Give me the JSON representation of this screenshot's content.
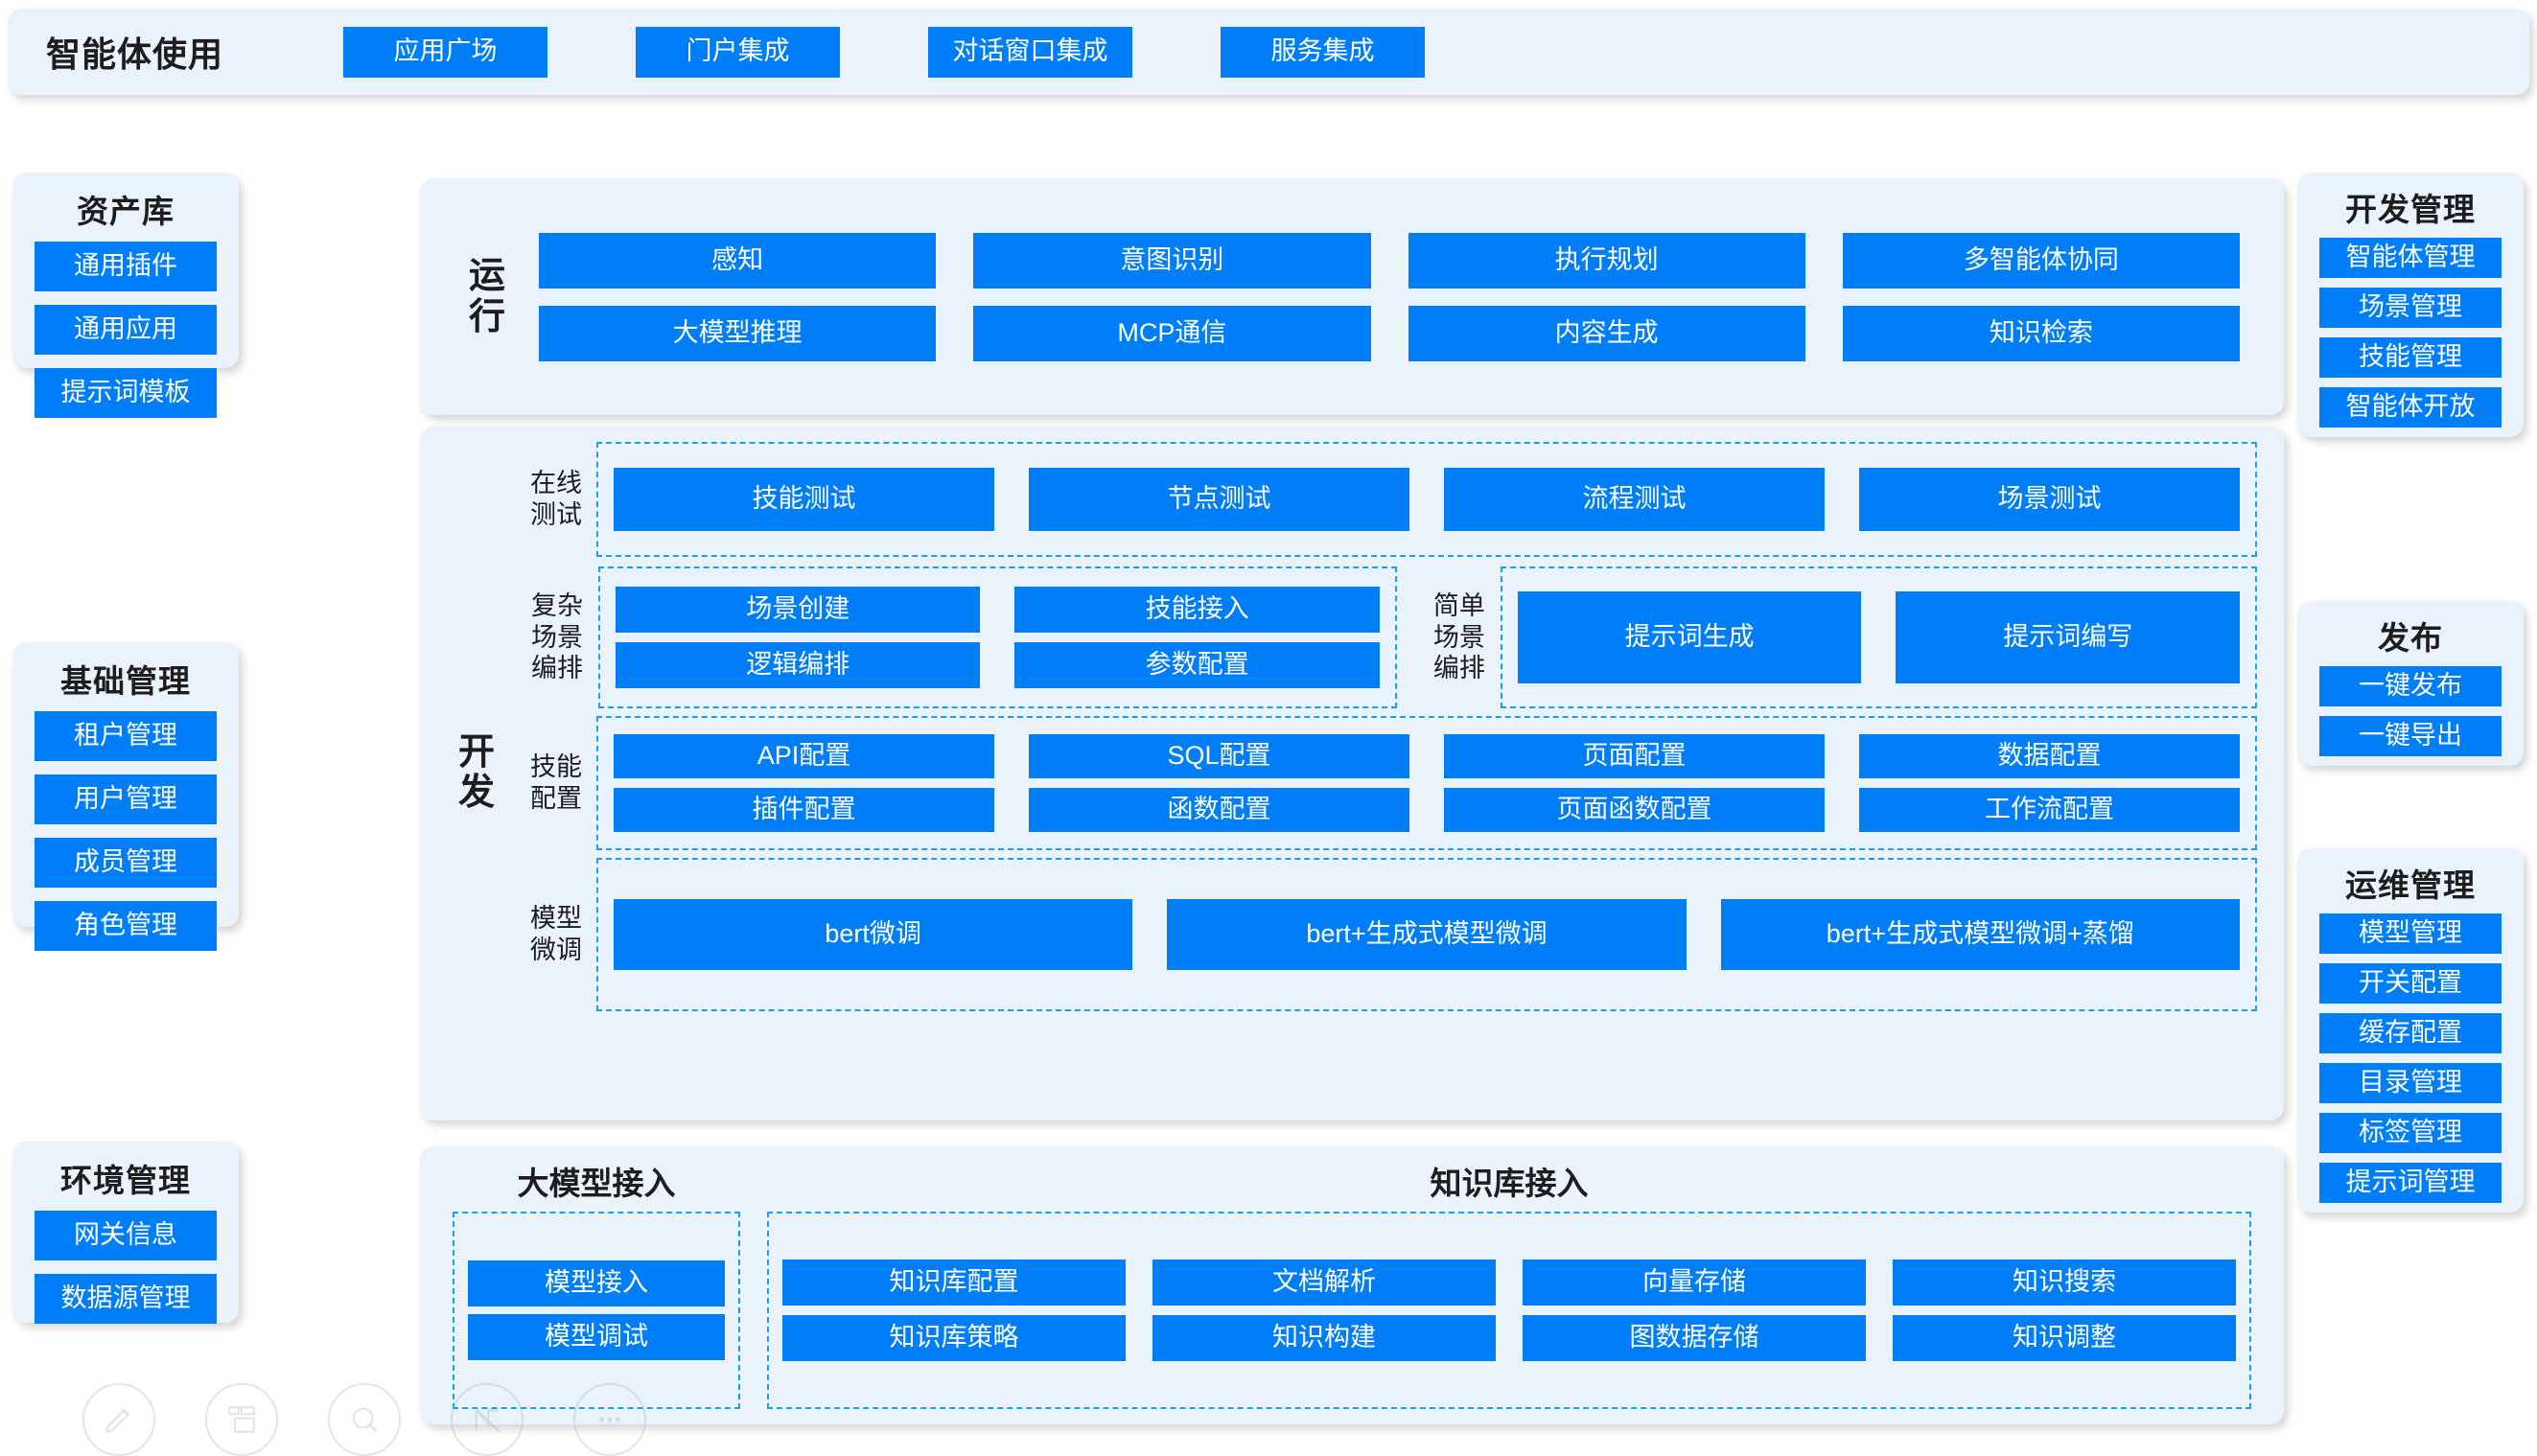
{
  "topbar": {
    "title": "智能体使用",
    "items": [
      "应用广场",
      "门户集成",
      "对话窗口集成",
      "服务集成"
    ]
  },
  "left_column": [
    {
      "title": "资产库",
      "items": [
        "通用插件",
        "通用应用",
        "提示词模板"
      ]
    },
    {
      "title": "基础管理",
      "items": [
        "租户管理",
        "用户管理",
        "成员管理",
        "角色管理"
      ]
    },
    {
      "title": "环境管理",
      "items": [
        "网关信息",
        "数据源管理"
      ]
    }
  ],
  "right_column": [
    {
      "title": "开发管理",
      "items": [
        "智能体管理",
        "场景管理",
        "技能管理",
        "智能体开放"
      ]
    },
    {
      "title": "发布",
      "items": [
        "一键发布",
        "一键导出"
      ]
    },
    {
      "title": "运维管理",
      "items": [
        "模型管理",
        "开关配置",
        "缓存配置",
        "目录管理",
        "标签管理",
        "提示词管理"
      ]
    }
  ],
  "runtime": {
    "label": "运行",
    "items": [
      "感知",
      "意图识别",
      "执行规划",
      "多智能体协同",
      "大模型推理",
      "MCP通信",
      "内容生成",
      "知识检索"
    ]
  },
  "development": {
    "label": "开发",
    "rows": {
      "online_test": {
        "label": "在线测试",
        "items": [
          "技能测试",
          "节点测试",
          "流程测试",
          "场景测试"
        ]
      },
      "complex_orchestration": {
        "label": "复杂场景编排",
        "items": [
          "场景创建",
          "技能接入",
          "逻辑编排",
          "参数配置"
        ]
      },
      "simple_orchestration": {
        "label": "简单场景编排",
        "items": [
          "提示词生成",
          "提示词编写"
        ]
      },
      "skill_config": {
        "label": "技能配置",
        "items": [
          "API配置",
          "SQL配置",
          "页面配置",
          "数据配置",
          "插件配置",
          "函数配置",
          "页面函数配置",
          "工作流配置"
        ]
      },
      "model_finetune": {
        "label": "模型微调",
        "items": [
          "bert微调",
          "bert+生成式模型微调",
          "bert+生成式模型微调+蒸馏"
        ]
      }
    }
  },
  "access": {
    "llm": {
      "title": "大模型接入",
      "items": [
        "模型接入",
        "模型调试"
      ]
    },
    "knowledge_base": {
      "title": "知识库接入",
      "items": [
        "知识库配置",
        "文档解析",
        "向量存储",
        "知识搜索",
        "知识库策略",
        "知识构建",
        "图数据存储",
        "知识调整"
      ]
    }
  },
  "toolbar_icons": [
    "pen-icon",
    "layout-icon",
    "zoom-icon",
    "hide-icon",
    "more-icon"
  ],
  "colors": {
    "chip_blue": "#007ef7",
    "panel_bg": "#eaf2fc",
    "dashed_border": "#18a0f0",
    "page_bg": "#ffffff",
    "title_text": "#1d1d1d"
  }
}
